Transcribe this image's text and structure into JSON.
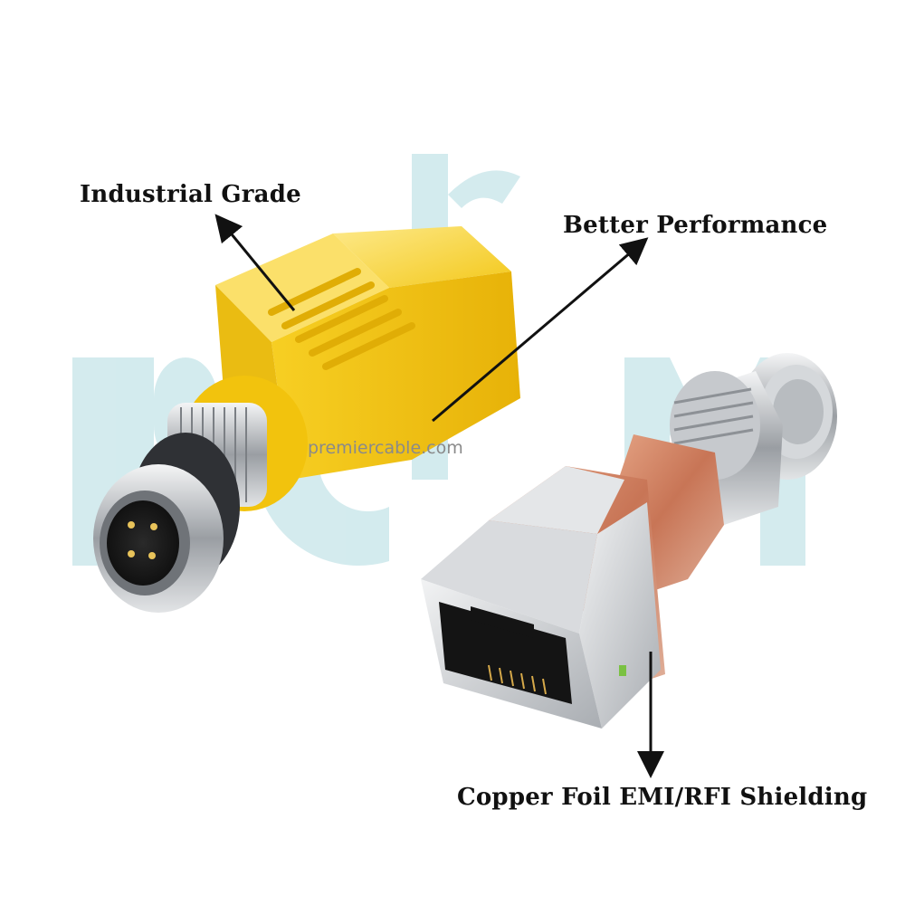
{
  "annotations": {
    "industrial": "Industrial Grade",
    "performance": "Better Performance",
    "copper": "Copper Foil EMI/RFI Shielding"
  },
  "watermark": {
    "url_text": "premiercable.com",
    "logo_letters": "PCM"
  },
  "colors": {
    "background": "#ffffff",
    "yellow_housing": "#f2c410",
    "copper_foil": "#d98a66",
    "metal_shell": "#c9ccd0",
    "watermark": "#9fd3da",
    "text": "#111111"
  }
}
